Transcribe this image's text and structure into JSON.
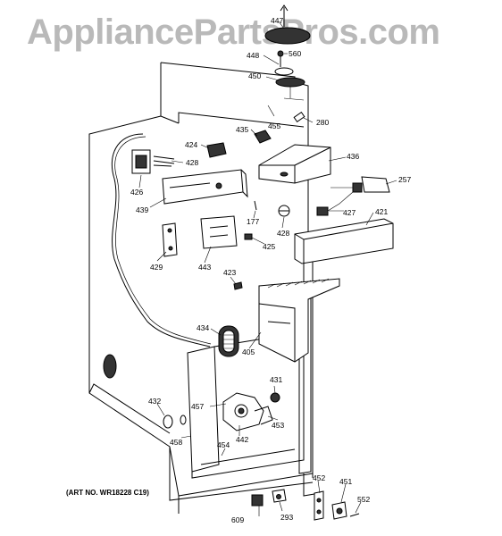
{
  "watermark": "AppliancePartsPros.com",
  "art_note": "(ART NO. WR18228 C19)",
  "callouts": {
    "c447": "447",
    "c560": "560",
    "c448": "448",
    "c450": "450",
    "c455": "455",
    "c280": "280",
    "c435": "435",
    "c424": "424",
    "c428a": "428",
    "c436": "436",
    "c426": "426",
    "c439": "439",
    "c257": "257",
    "c427": "427",
    "c421": "421",
    "c177": "177",
    "c428b": "428",
    "c425": "425",
    "c429": "429",
    "c443": "443",
    "c423": "423",
    "c434": "434",
    "c405": "405",
    "c431": "431",
    "c457": "457",
    "c432": "432",
    "c442": "442",
    "c453": "453",
    "c458": "458",
    "c454": "454",
    "c452": "452",
    "c451": "451",
    "c552": "552",
    "c609": "609",
    "c293": "293"
  }
}
